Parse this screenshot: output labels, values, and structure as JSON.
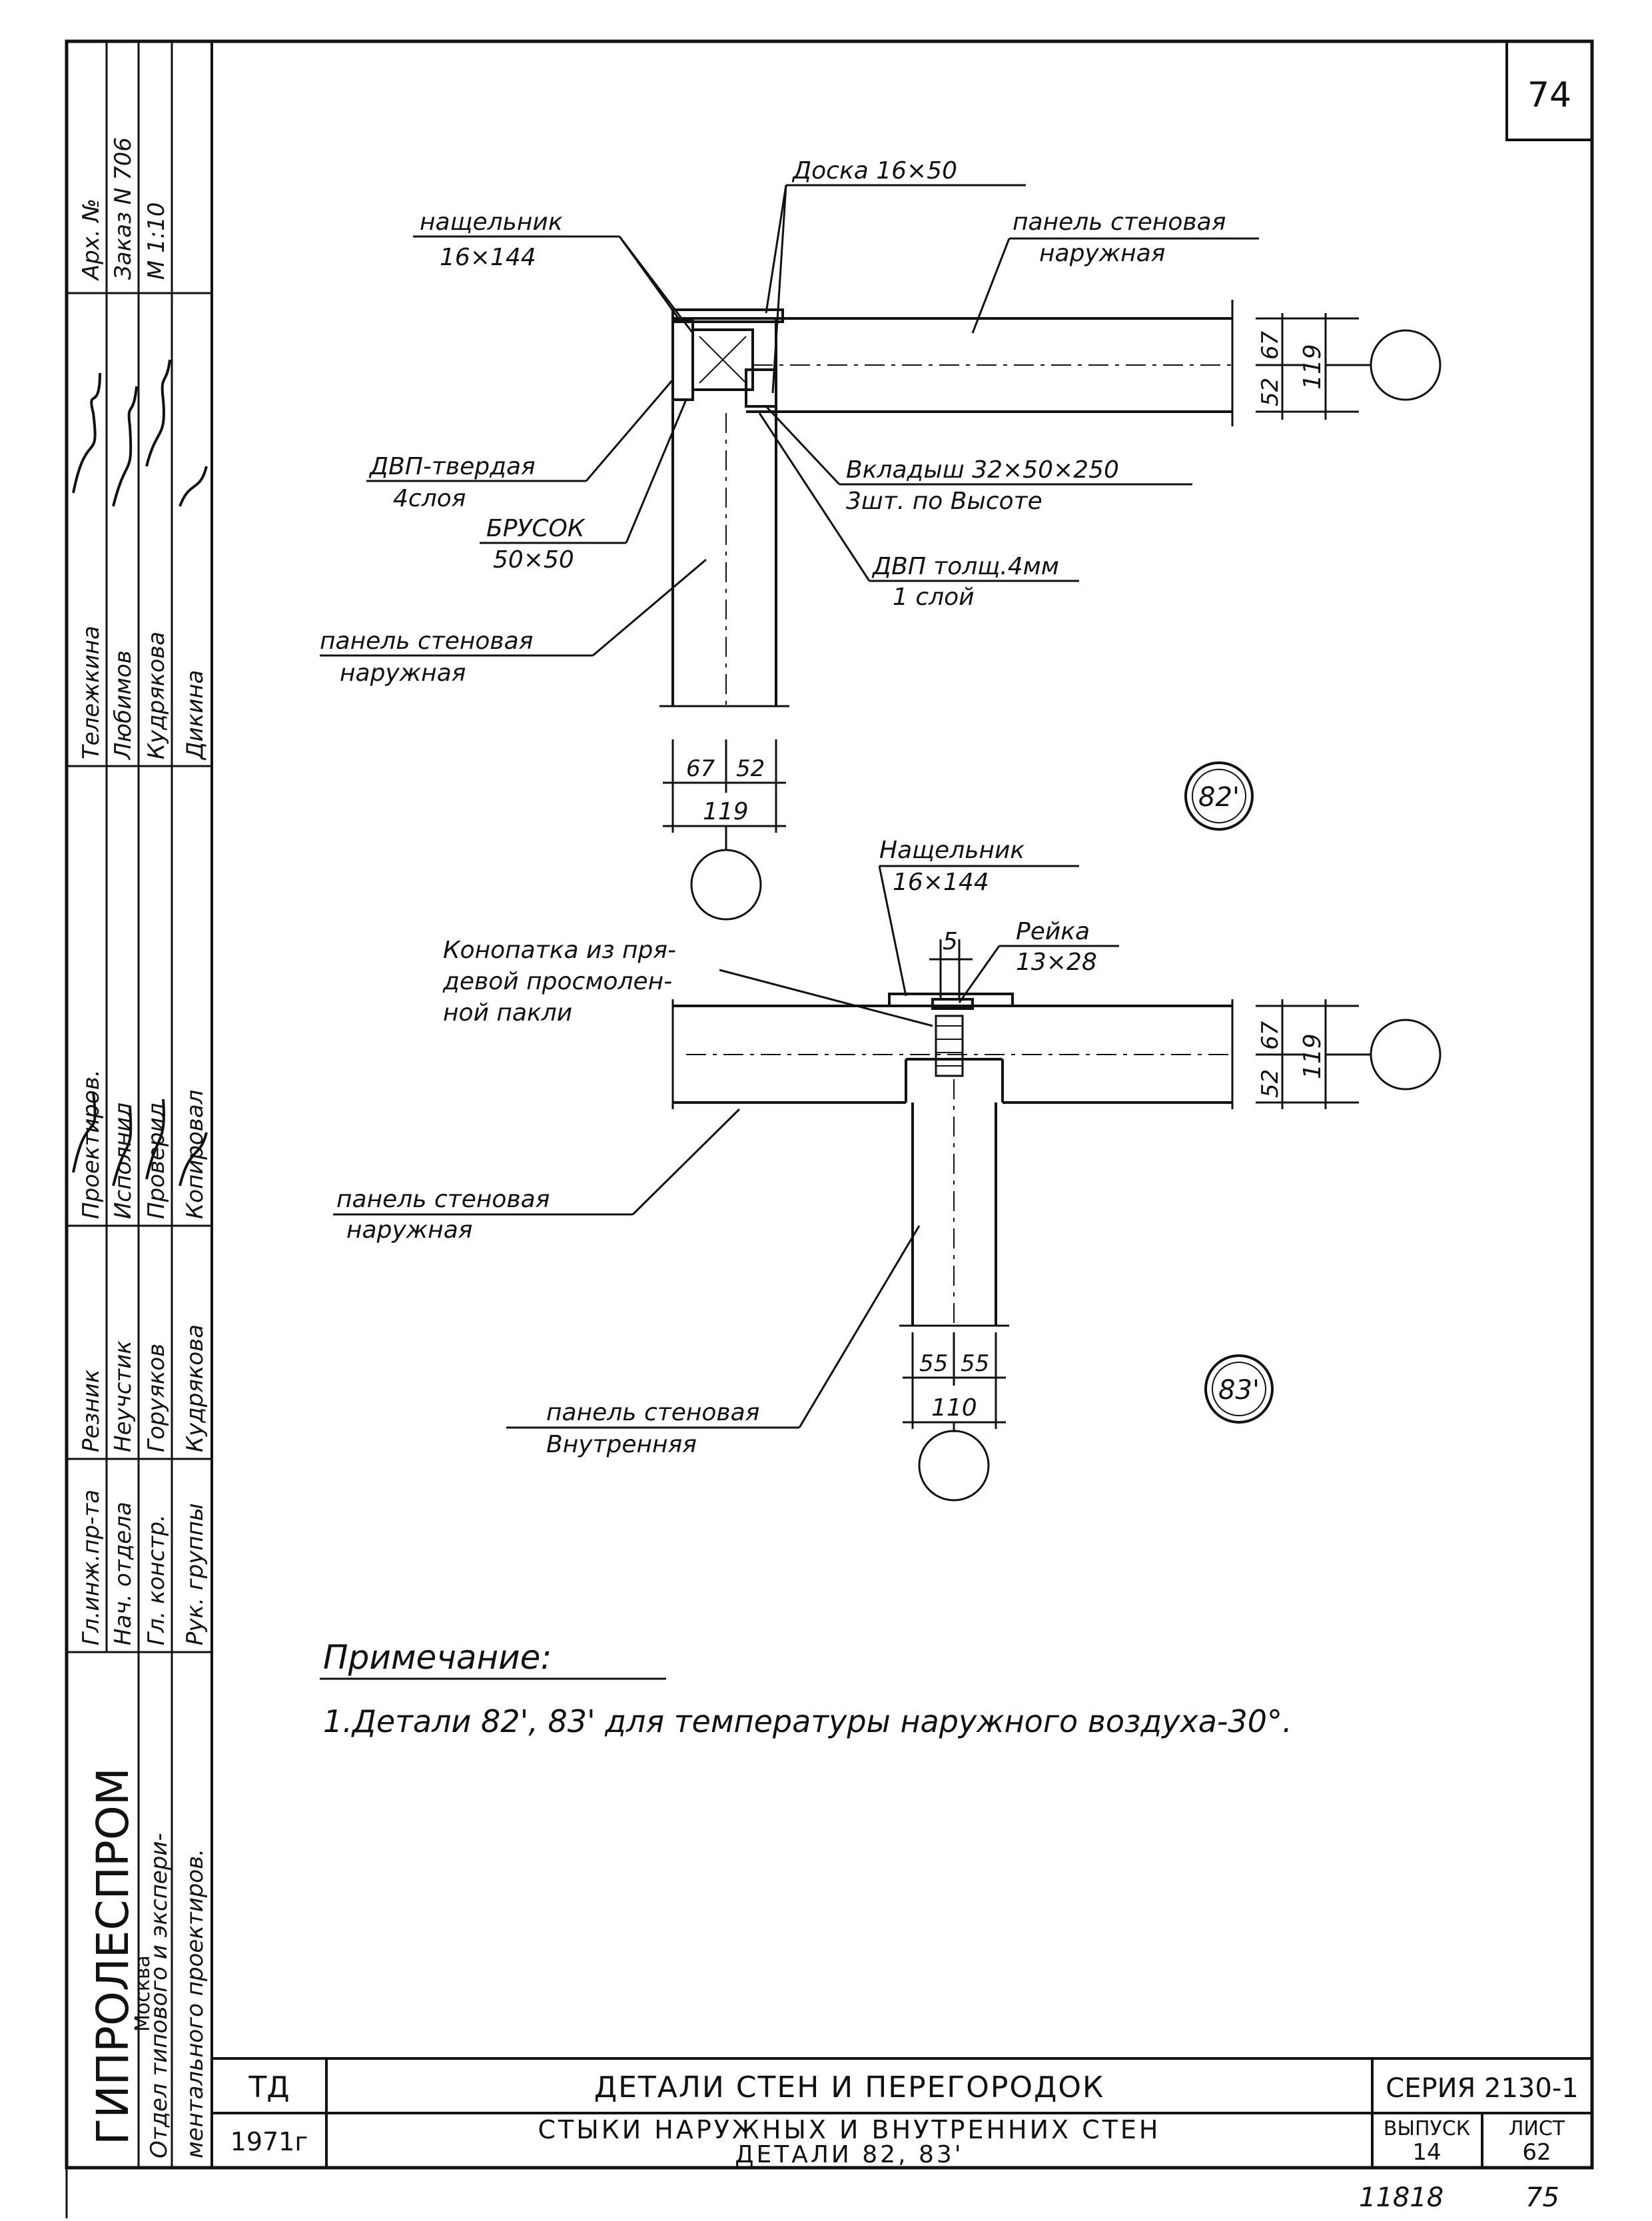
{
  "sheet": {
    "page_number": "74",
    "bottom_right_a": "11818",
    "bottom_right_b": "75"
  },
  "side_block": {
    "archive_label": "Арх. №",
    "order_label": "Заказ N 706",
    "scale_label": "М 1:10",
    "roles_1": [
      "Проектиров.",
      "Исполнил",
      "Проверил",
      "Копировал"
    ],
    "names_1": [
      "Тележкина",
      "Любимов",
      "Кудрякова",
      "Дикина"
    ],
    "roles_2": [
      "Гл.инж.пр-та",
      "Нач. отдела",
      "Гл. констр.",
      "Рук. группы"
    ],
    "names_2": [
      "Резник",
      "Неучстик",
      "Горуяков",
      "Кудрякова"
    ],
    "org": "ГИПРОЛЕСПРОМ",
    "city": "Москва",
    "dept_1": "Отдел типового и экспери-",
    "dept_2": "ментального проектиров."
  },
  "detail_82": {
    "marker": "82'",
    "labels": {
      "doska": "Доска 16×50",
      "nashch": "нащельник",
      "nashch_size": "16×144",
      "panel_outer_1": "панель стеновая",
      "panel_outer_1b": "наружная",
      "dvp_hard": "ДВП-твердая",
      "dvp_hard_b": "4слоя",
      "brusok": "БРУСОК",
      "brusok_b": "50×50",
      "vkladysh": "Вкладыш 32×50×250",
      "vkladysh_b": "3шт. по Высоте",
      "dvp_thin": "ДВП толщ.4мм",
      "dvp_thin_b": "1 слой",
      "panel_outer_2": "панель стеновая",
      "panel_outer_2b": "наружная"
    },
    "dims": {
      "right_a": "52",
      "right_b": "67",
      "right_total": "119",
      "bottom_a": "67",
      "bottom_b": "52",
      "bottom_total": "119"
    }
  },
  "detail_83": {
    "marker": "83'",
    "labels": {
      "nashch": "Нащельник",
      "nashch_size": "16×144",
      "reika": "Рейка",
      "reika_size": "13×28",
      "gap": "5",
      "konopatka_1": "Конопатка из пря-",
      "konopatka_2": "девой просмолен-",
      "konopatka_3": "ной пакли",
      "panel_outer": "панель стеновая",
      "panel_outer_b": "наружная",
      "panel_inner": "панель стеновая",
      "panel_inner_b": "Внутренняя"
    },
    "dims": {
      "right_a": "52",
      "right_b": "67",
      "right_total": "119",
      "bottom_a": "55",
      "bottom_b": "55",
      "bottom_total": "110"
    }
  },
  "note": {
    "title": "Примечание:",
    "text": "1.Детали 82', 83' для  температуры наружного воздуха-30°."
  },
  "title_block": {
    "code": "ТД",
    "year": "1971г",
    "title": "ДЕТАЛИ СТЕН И ПЕРЕГОРОДОК",
    "subtitle_1": "СТЫКИ  НАРУЖНЫХ И ВНУТРЕННИХ  СТЕН",
    "subtitle_2": "ДЕТАЛИ 82, 83'",
    "series": "СЕРИЯ 2130-1",
    "issue_label": "ВЫПУСК",
    "issue": "14",
    "sheet_label": "ЛИСТ",
    "sheet": "62"
  }
}
